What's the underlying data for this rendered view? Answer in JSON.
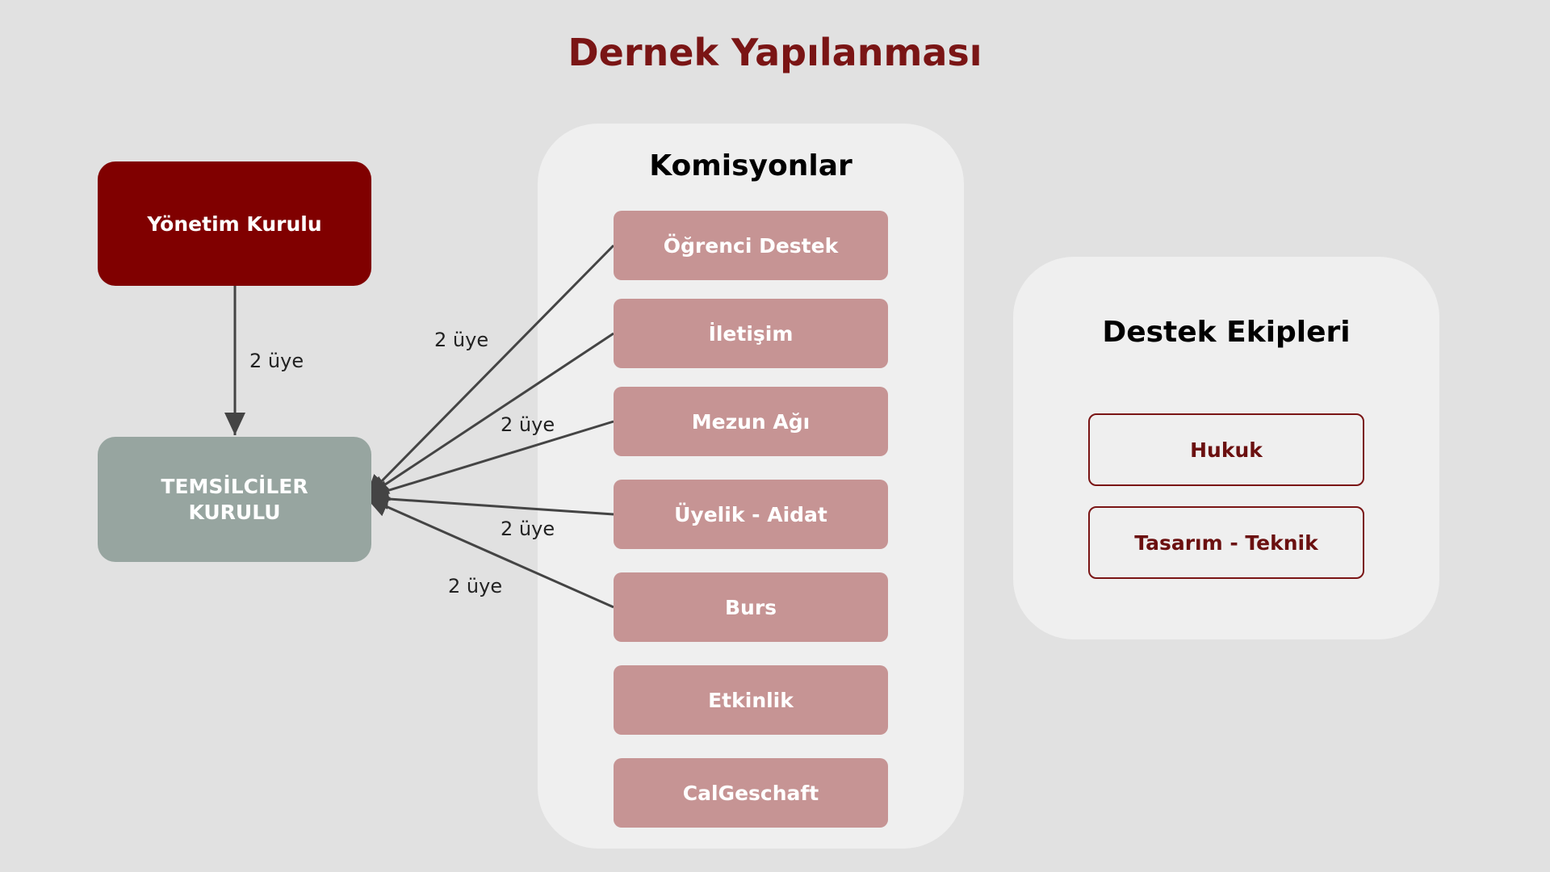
{
  "title": "Dernek Yapılanması",
  "yonetim_kurulu": "Yönetim Kurulu",
  "temsilciler_kurulu": [
    "TEMSİLCİLER",
    "KURULU"
  ],
  "komisyonlar": {
    "title": "Komisyonlar",
    "items": [
      "Öğrenci Destek",
      "İletişim",
      "Mezun Ağı",
      "Üyelik - Aidat",
      "Burs",
      "Etkinlik",
      "CalGeschaft"
    ]
  },
  "destek_ekipleri": {
    "title": "Destek Ekipleri",
    "items": [
      "Hukuk",
      "Tasarım - Teknik"
    ]
  },
  "edge_labels": [
    "2 üye",
    "2 üye",
    "2 üye",
    "2 üye",
    "2 üye"
  ],
  "colors": {
    "title": "#7a1515",
    "yonetim": "#800000",
    "temsilciler": "#97a5a0",
    "komisyon": "#c69494"
  }
}
